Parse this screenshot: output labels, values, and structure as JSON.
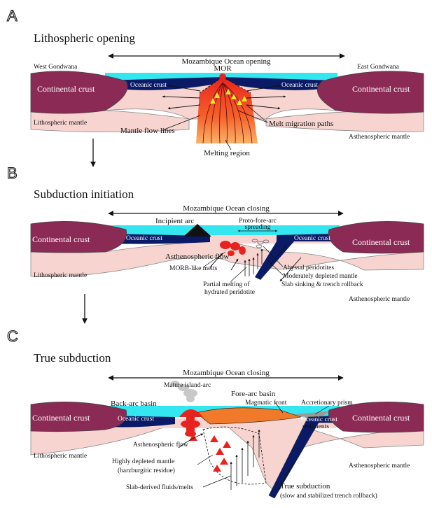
{
  "panel_a": {
    "letter": "A",
    "title": "Lithospheric opening",
    "arrow_label": "Mozambique Ocean opening",
    "west": "West Gondwana",
    "east": "East Gondwana",
    "mor": "MOR",
    "crust_left": "Continental crust",
    "crust_right": "Continental crust",
    "oceanic_left": "Oceanic crust",
    "oceanic_right": "Oceanic crust",
    "litho_mantle": "Lithospheric mantle",
    "mantle_flow": "Mantle flow lines",
    "melt_paths": "Melt migration paths",
    "melting_region": "Melting region",
    "astheno": "Asthenospheric mantle"
  },
  "panel_b": {
    "letter": "B",
    "title": "Subduction initiation",
    "arrow_label": "Mozambique Ocean closing",
    "incipient_arc": "Incipient arc",
    "proto_fore_arc": "Proto-fore-arc",
    "spreading": "spreading",
    "crust_left": "Continental crust",
    "crust_right": "Continental crust",
    "oceanic_left": "Oceanic crust",
    "oceanic_right": "Oceanic crust",
    "astheno_flow": "Asthenospheric flow",
    "litho_mantle": "Lithospheric mantle",
    "morb": "MORB-like melts",
    "partial_melting_1": "Partial melting of",
    "partial_melting_2": "hydrated peridotite",
    "abyssal": "Abyssal peridotites",
    "moderately": "Moderately depleted mantle",
    "slab_sinking": "Slab sinking & trench rollback",
    "astheno": "Asthenospheric mantle"
  },
  "panel_c": {
    "letter": "C",
    "title": "True subduction",
    "arrow_label": "Mozambique Ocean closing",
    "mature_arc": "Mature island-arc",
    "fore_arc_basin": "Fore-arc basin",
    "back_arc_basin": "Back-arc basin",
    "magmatic_front": "Magmatic front",
    "accretionary_prism": "Accretionary prism",
    "crust_left": "Continental crust",
    "crust_right": "Continental crust",
    "oceanic_left": "Oceanic crust",
    "oceanic_right": "Oceanic crust",
    "sediments": "sediments",
    "astheno_flow": "Asthenospheric flow",
    "litho_mantle": "Lithospheric mantle",
    "highly_depleted_1": "Highly depleted mantle",
    "highly_depleted_2": "(harzburgitic residue)",
    "slab_fluids": "Slab-derived fluids/melts",
    "true_sub_1": "True subduction",
    "true_sub_2": "(slow and stabilized trench rollback)",
    "astheno": "Asthenospheric mantle"
  },
  "colors": {
    "continental_crust": "#8b2a55",
    "lithospheric_mantle": "#f7d4d0",
    "ocean": "#33e6ef",
    "oceanic_crust": "#0a1a66",
    "melt": "#e8231e",
    "fore_arc": "#f07a2a",
    "prism": "#9a9a9a"
  }
}
